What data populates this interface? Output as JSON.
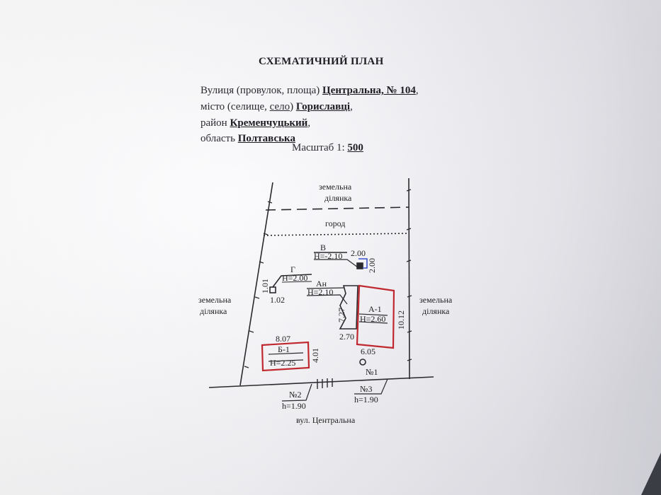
{
  "document": {
    "title": "СХЕМАТИЧНИЙ ПЛАН",
    "street_label": "Вулиця (провулок, площа)",
    "street_value": "Центральна, № 104",
    "street_suffix": ",",
    "city_label": "місто (селище,",
    "city_label_underlined": "село",
    "city_label_close": ")",
    "city_value": "Гориславці",
    "city_suffix": ",",
    "district_label": "район",
    "district_value": "Кременчуцький",
    "district_suffix": ",",
    "region_label": "область",
    "region_value": "Полтавська",
    "scale_label": "Масштаб 1:",
    "scale_value": "500"
  },
  "plan": {
    "top_label_1": "земельна",
    "top_label_2": "ділянка",
    "garden_label": "город",
    "left_label_1": "земельна",
    "left_label_2": "ділянка",
    "right_label_1": "земельна",
    "right_label_2": "ділянка",
    "street_label": "вул. Центральна",
    "buildings": {
      "A1": {
        "name": "А-1",
        "height": "Н=2.60",
        "dim_right": "10.12",
        "dim_bottom": "6.05"
      },
      "B1": {
        "name": "Б-1",
        "height": "Н=2.25",
        "dim_top": "8.07",
        "dim_right": "4.01"
      },
      "An": {
        "name": "Ан",
        "height": "Н=2.10",
        "dim_left": "7.27",
        "dim_bottom": "2.70"
      },
      "V": {
        "name": "В",
        "height": "Н=-2.10",
        "dim_top": "2.00",
        "dim_right": "2.00"
      },
      "G": {
        "name": "Г",
        "height": "Н=2.00",
        "dim_left": "1.01",
        "dim_bottom": "1.02"
      }
    },
    "items": {
      "n1": {
        "name": "№1"
      },
      "n2": {
        "name": "№2",
        "height": "h=1.90"
      },
      "n3": {
        "name": "№3",
        "height": "h=1.90"
      }
    }
  },
  "colors": {
    "building_outline": "#c0282f",
    "line": "#2a2a2e",
    "annex_blue": "#3a52c8"
  }
}
